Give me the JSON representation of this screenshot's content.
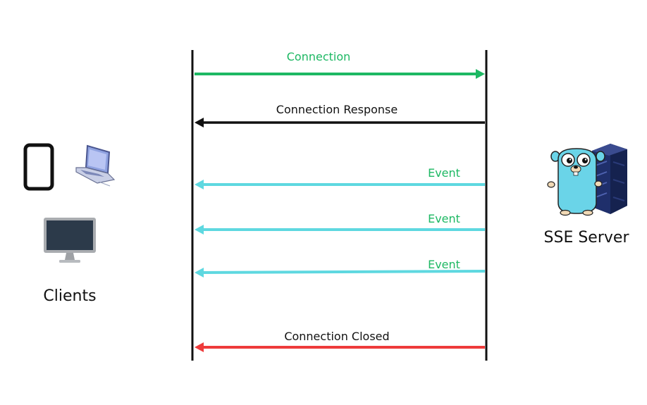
{
  "clients": {
    "label": "Clients"
  },
  "server": {
    "label": "SSE Server"
  },
  "messages": [
    {
      "label": "Connection",
      "direction": "to-server",
      "color": "#1db863",
      "label_color": "#1db863"
    },
    {
      "label": "Connection Response",
      "direction": "to-client",
      "color": "#111111",
      "label_color": "#111111"
    },
    {
      "label": "Event",
      "direction": "to-client",
      "color": "#5ed8e0",
      "label_color": "#1db863"
    },
    {
      "label": "Event",
      "direction": "to-client",
      "color": "#5ed8e0",
      "label_color": "#1db863"
    },
    {
      "label": "Event",
      "direction": "to-client",
      "color": "#5ed8e0",
      "label_color": "#1db863"
    },
    {
      "label": "Connection Closed",
      "direction": "to-client",
      "color": "#ee3b3b",
      "label_color": "#111111"
    }
  ],
  "icons": {
    "clients": [
      "smartphone-icon",
      "laptop-icon",
      "monitor-icon"
    ],
    "server": [
      "gopher-mascot-icon",
      "server-rack-icon"
    ]
  }
}
